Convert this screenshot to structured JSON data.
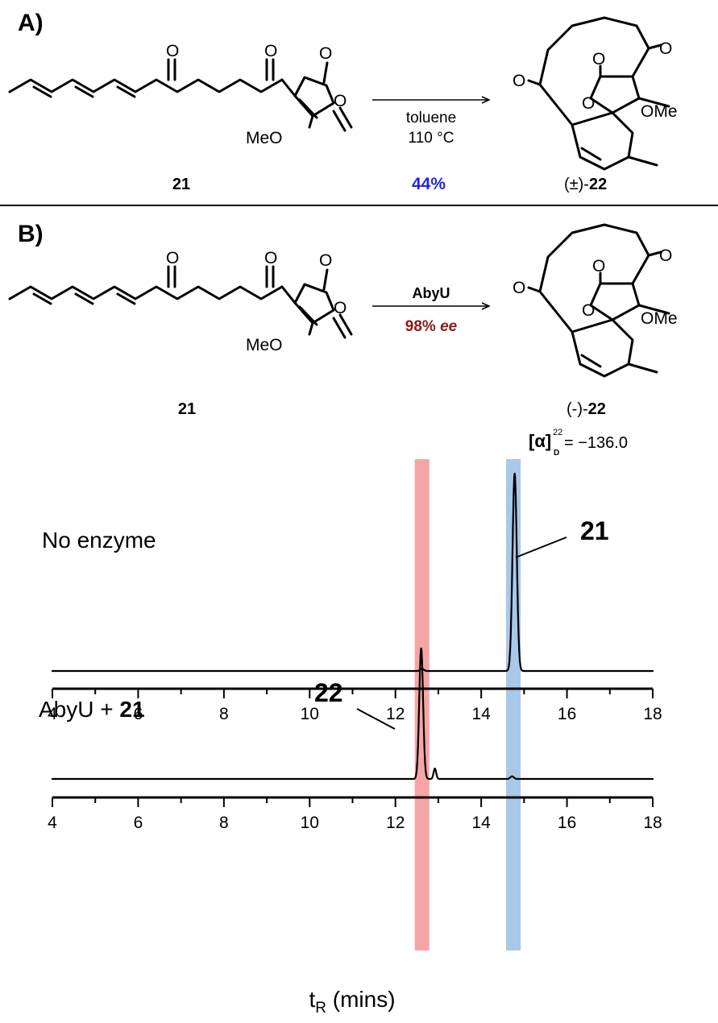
{
  "panel_a": {
    "label": "A)",
    "reagent_line1": "toluene",
    "reagent_line2": "110 °C",
    "yield": "44%",
    "substrate": "21",
    "product_prefix": "(±)-",
    "product_number": "22"
  },
  "panel_b": {
    "label": "B)",
    "enzyme": "AbyU",
    "ee_value": "98% ",
    "ee_unit": "ee",
    "substrate": "21",
    "product_prefix": "(-)-",
    "product_number": "22",
    "rotation_symbol": "[α]",
    "rotation_sub": "D",
    "rotation_sup": "22",
    "rotation_value": "= −136.0"
  },
  "atoms": {
    "O": "O",
    "MeO": "MeO",
    "OMe": "OMe"
  },
  "colors": {
    "yield_blue": "#2424e8",
    "ee_red": "#8b1a1a",
    "band_red": "#f6a5a5",
    "band_blue": "#a9c8e8"
  },
  "traces": {
    "no_enzyme": {
      "label": "No enzyme",
      "peak_label": "21",
      "peaks": [
        {
          "t": 14.78,
          "height": 1.0,
          "width": 0.05
        },
        {
          "t": 12.62,
          "height": 0.012,
          "width": 0.04
        }
      ]
    },
    "abyu": {
      "label_prefix": "AbyU + ",
      "label_bold": "21",
      "peak_label": "22",
      "peaks": [
        {
          "t": 12.6,
          "height": 1.0,
          "width": 0.045
        },
        {
          "t": 12.92,
          "height": 0.08,
          "width": 0.03
        },
        {
          "t": 14.72,
          "height": 0.02,
          "width": 0.04
        }
      ]
    }
  },
  "highlight_bands": [
    {
      "center": 12.62,
      "width": 0.34,
      "color": "#f6a5a5"
    },
    {
      "center": 14.75,
      "width": 0.34,
      "color": "#a9c8e8"
    }
  ],
  "x_axis": {
    "min": 4,
    "max": 18,
    "major_ticks": [
      4,
      6,
      8,
      10,
      12,
      14,
      16,
      18
    ],
    "tick_labels": [
      "4",
      "6",
      "8",
      "10",
      "12",
      "14",
      "16",
      "18"
    ],
    "xlabel_main": "t",
    "xlabel_sub": "R",
    "xlabel_rest": " (mins)"
  }
}
